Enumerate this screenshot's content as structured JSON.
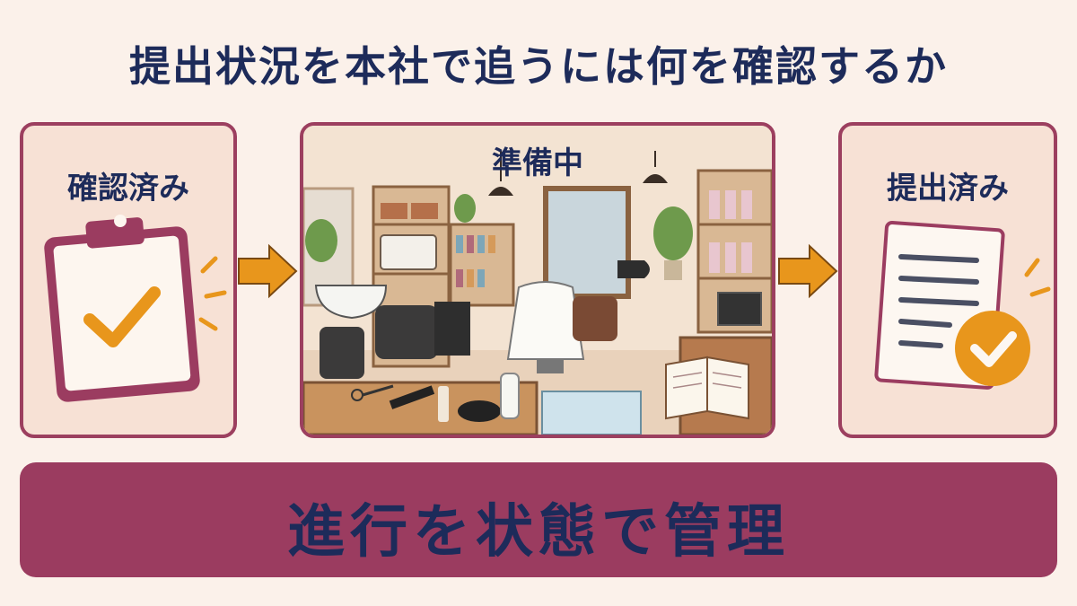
{
  "title": "提出状況を本社で追うには何を確認するか",
  "steps": [
    {
      "label": "確認済み",
      "icon": "clipboard-check-icon"
    },
    {
      "label": "準備中",
      "icon": "salon-scene"
    },
    {
      "label": "提出済み",
      "icon": "document-check-icon"
    }
  ],
  "banner": "進行を状態で管理",
  "colors": {
    "accent": "#9b3c60",
    "text": "#1d2b5a",
    "arrow": "#e8961c",
    "background": "#fbf1ea"
  }
}
